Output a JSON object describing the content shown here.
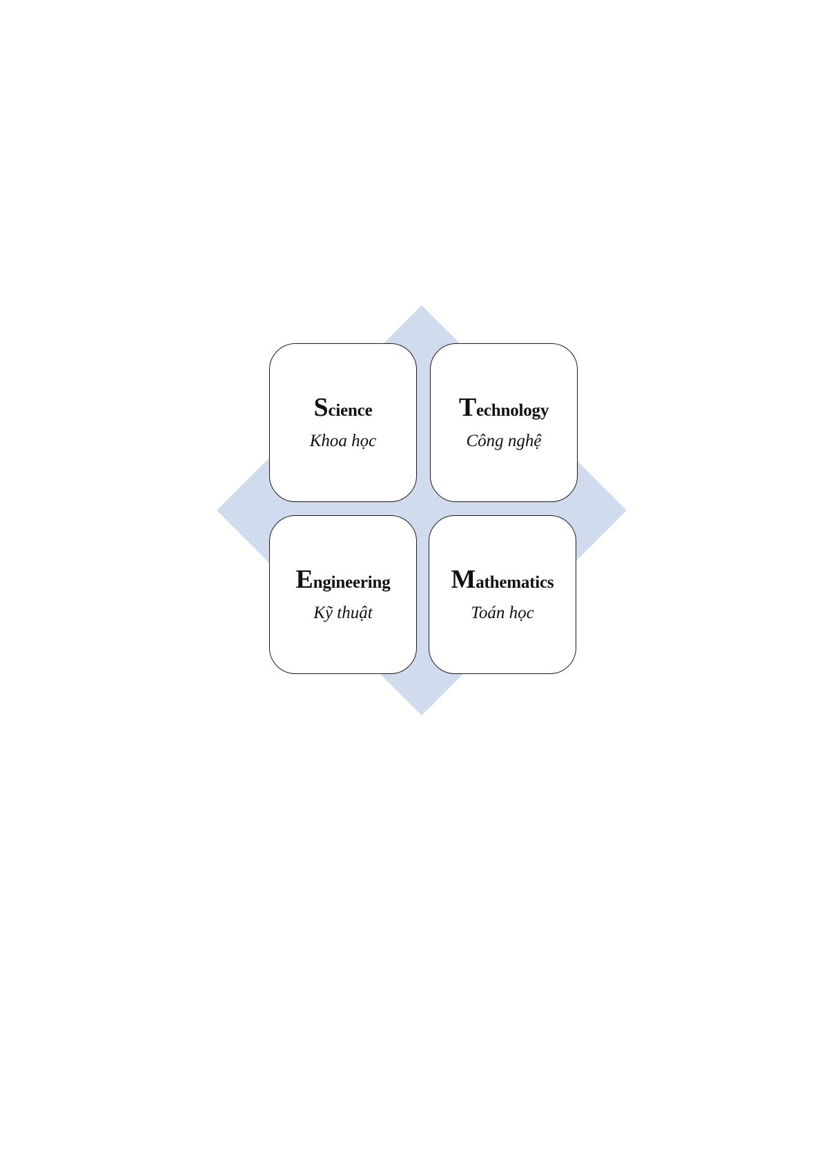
{
  "diagram": {
    "diamond_color": "#d0dbee",
    "cards": [
      {
        "initial": "S",
        "rest": "cience",
        "subtitle": "Khoa học"
      },
      {
        "initial": "T",
        "rest": "echnology",
        "subtitle": "Công nghệ"
      },
      {
        "initial": "E",
        "rest": "ngineering",
        "subtitle": "Kỹ thuật"
      },
      {
        "initial": "M",
        "rest": "athematics",
        "subtitle": "Toán học"
      }
    ]
  }
}
